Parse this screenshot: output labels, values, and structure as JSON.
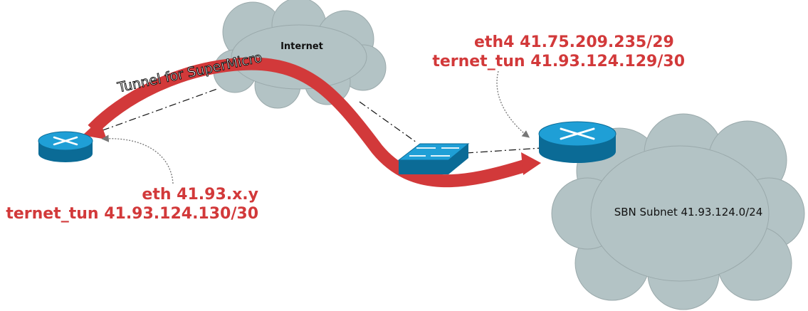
{
  "diagram": {
    "internet_cloud_label": "Internet",
    "subnet_cloud_label": "SBN Subnet 41.93.124.0/24",
    "tunnel_label": "Tunnel for SuperMicro",
    "right_router": {
      "line1": "eth4  41.75.209.235/29",
      "line2": "ternet_tun 41.93.124.129/30"
    },
    "left_router": {
      "line1": "eth  41.93.x.y",
      "line2": "ternet_tun 41.93.124.130/30"
    },
    "colors": {
      "cloud": "#b3c3c5",
      "cloud_edge": "#9aa9ab",
      "tunnel": "#d2393a",
      "label": "#d2393a",
      "device_top": "#1f9fd6",
      "device_side": "#0b6b96"
    },
    "icons": [
      "router-icon",
      "switch-icon",
      "cloud-icon"
    ]
  }
}
